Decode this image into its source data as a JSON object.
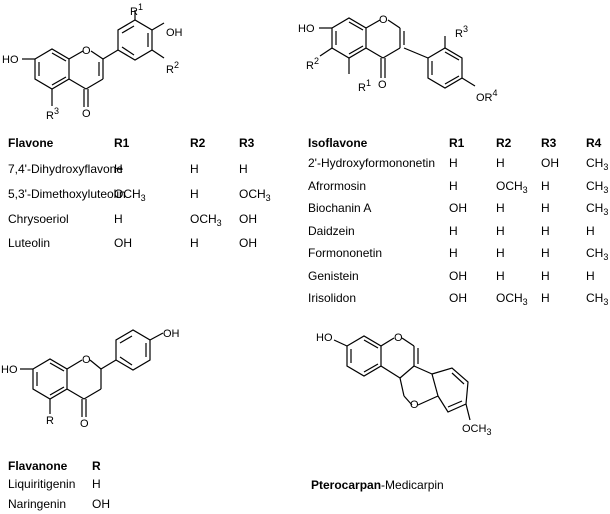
{
  "flavone": {
    "header": {
      "name": "Flavone",
      "r1": "R1",
      "r2": "R2",
      "r3": "R3"
    },
    "rows": [
      {
        "name": "7,4'-Dihydroxyflavone",
        "r1": "H",
        "r2": "H",
        "r3": "H"
      },
      {
        "name": "5,3'-Dimethoxyluteolin",
        "r1": "OCH3",
        "r2": "H",
        "r3": "OCH3"
      },
      {
        "name": "Chrysoeriol",
        "r1": "H",
        "r2": "OCH3",
        "r3": "OH"
      },
      {
        "name": "Luteolin",
        "r1": "OH",
        "r2": "H",
        "r3": "OH"
      }
    ],
    "atoms": {
      "ho": "HO",
      "oh": "OH",
      "o_ring": "O",
      "o_keto": "O",
      "r1": "R",
      "r1s": "1",
      "r2": "R",
      "r2s": "2",
      "r3": "R",
      "r3s": "3"
    }
  },
  "isoflavone": {
    "header": {
      "name": "Isoflavone",
      "r1": "R1",
      "r2": "R2",
      "r3": "R3",
      "r4": "R4"
    },
    "rows": [
      {
        "name": "2'-Hydroxyformononetin",
        "r1": "H",
        "r2": "H",
        "r3": "OH",
        "r4": "CH3"
      },
      {
        "name": "Afrormosin",
        "r1": "H",
        "r2": "OCH3",
        "r3": "H",
        "r4": "CH3"
      },
      {
        "name": "Biochanin A",
        "r1": "OH",
        "r2": "H",
        "r3": "H",
        "r4": "CH3"
      },
      {
        "name": "Daidzein",
        "r1": "H",
        "r2": "H",
        "r3": "H",
        "r4": "H"
      },
      {
        "name": "Formononetin",
        "r1": "H",
        "r2": "H",
        "r3": "H",
        "r4": "CH3"
      },
      {
        "name": "Genistein",
        "r1": "OH",
        "r2": "H",
        "r3": "H",
        "r4": "H"
      },
      {
        "name": "Irisolidon",
        "r1": "OH",
        "r2": "OCH3",
        "r3": "H",
        "r4": "CH3"
      }
    ],
    "atoms": {
      "ho": "HO",
      "o_ring": "O",
      "o_keto": "O",
      "or4": "OR",
      "r4s": "4",
      "r1": "R",
      "r1s": "1",
      "r2": "R",
      "r2s": "2",
      "r3": "R",
      "r3s": "3"
    }
  },
  "flavanone": {
    "header": {
      "name": "Flavanone",
      "r": "R"
    },
    "rows": [
      {
        "name": "Liquiritigenin",
        "r": "H"
      },
      {
        "name": "Naringenin",
        "r": "OH"
      }
    ],
    "atoms": {
      "ho": "HO",
      "oh": "OH",
      "o_ring": "O",
      "o_keto": "O",
      "r": "R"
    }
  },
  "pterocarpan": {
    "title_bold": "Pterocarpan",
    "title_rest": "-Medicarpin",
    "atoms": {
      "ho": "HO",
      "o1": "O",
      "o2": "O",
      "och3": "OCH3"
    }
  }
}
